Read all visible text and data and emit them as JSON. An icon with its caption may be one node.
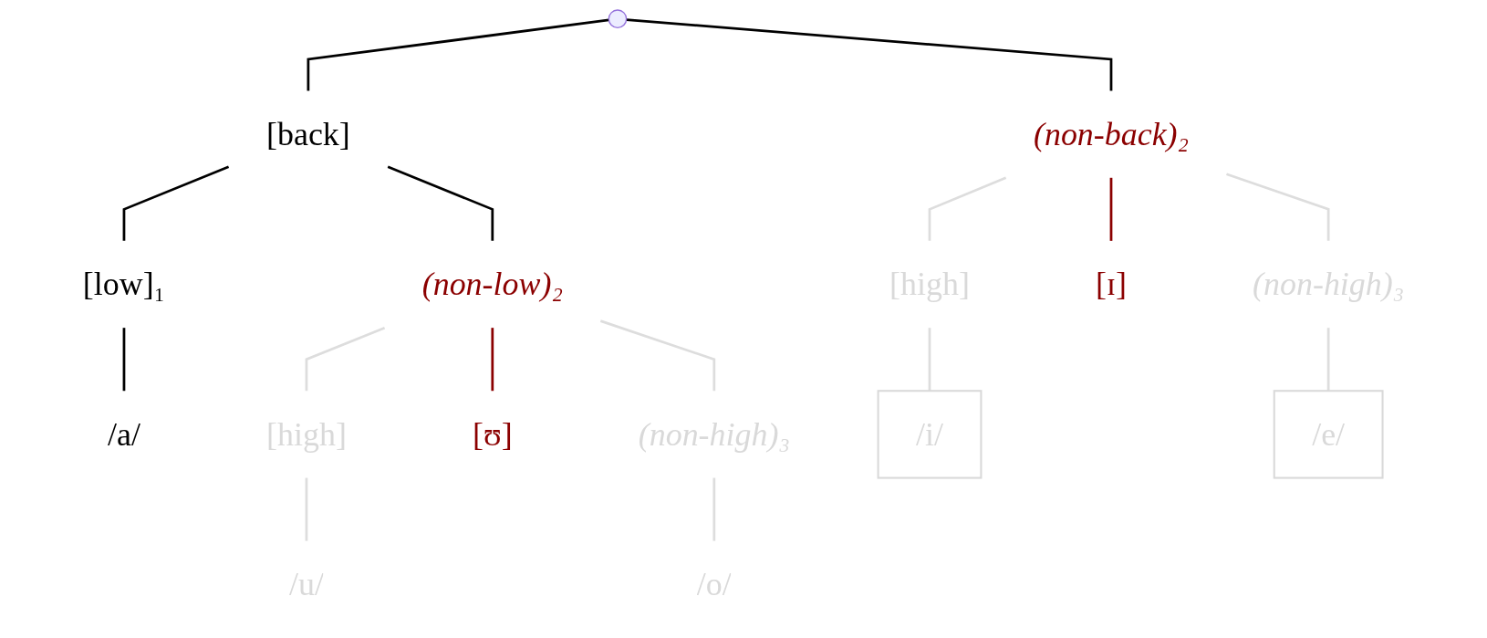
{
  "diagram": {
    "nodes": [
      {
        "text": [],
        "shape": "point"
      },
      {
        "text": [
          "[back]"
        ]
      },
      {
        "text": [
          "(non-back)₂"
        ]
      },
      {
        "text": [
          "[low]₁"
        ]
      },
      {
        "text": [
          "(non-low)₂"
        ]
      },
      {
        "text": [
          "/a/"
        ]
      },
      {
        "text": [
          "[high]"
        ]
      },
      {
        "text": [
          "[ʊ]"
        ]
      },
      {
        "text": [
          "(non-high)₃"
        ]
      },
      {
        "text": [
          "/u/"
        ]
      },
      {
        "text": [
          "/o/"
        ]
      },
      {
        "text": [
          "[high]"
        ]
      },
      {
        "text": [
          "[ɪ]"
        ]
      },
      {
        "text": [
          "(non-high)₃"
        ]
      },
      {
        "text": [
          "/i/"
        ]
      },
      {
        "text": [
          "/e/"
        ]
      }
    ],
    "edges": [
      {
        "from": 0,
        "to": 1,
        "arrow": "none",
        "color": "#000000"
      },
      {
        "from": 0,
        "to": 2,
        "arrow": "none",
        "color": "#000000"
      },
      {
        "from": 1,
        "to": 3,
        "arrow": "none",
        "color": "#000000"
      },
      {
        "from": 1,
        "to": 4,
        "arrow": "none",
        "color": "#000000"
      },
      {
        "from": 3,
        "to": 5,
        "arrow": "none",
        "color": "#000000"
      },
      {
        "from": 4,
        "to": 6,
        "arrow": "none"
      },
      {
        "from": 4,
        "to": 7,
        "arrow": "none",
        "color": "#8b0000"
      },
      {
        "from": 4,
        "to": 8,
        "arrow": "none"
      },
      {
        "from": 6,
        "to": 9,
        "arrow": "none"
      },
      {
        "from": 8,
        "to": 10,
        "arrow": "none"
      },
      {
        "from": 2,
        "to": 11,
        "arrow": "none"
      },
      {
        "from": 2,
        "to": 12,
        "arrow": "none",
        "color": "#8b0000"
      },
      {
        "from": 2,
        "to": 13,
        "arrow": "none"
      },
      {
        "from": 11,
        "to": 14,
        "arrow": "none"
      },
      {
        "from": 13,
        "to": 15,
        "arrow": "none"
      }
    ]
  }
}
